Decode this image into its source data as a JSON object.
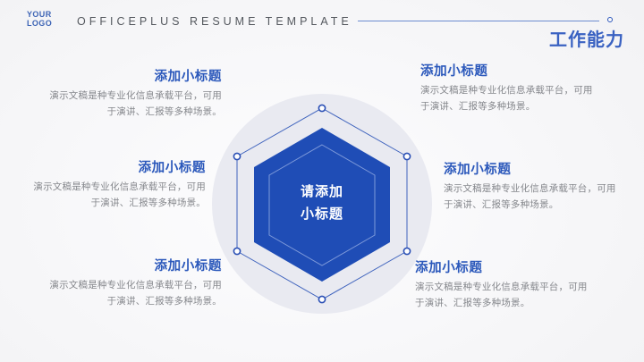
{
  "header": {
    "logo_line1": "YOUR",
    "logo_line2": "LOGO",
    "brand_title": "OFFICEPLUS  RESUME  TEMPLATE",
    "page_title": "工作能力",
    "accent_color": "#2b58bb",
    "rule_color": "#6d8cd0"
  },
  "center": {
    "label_line1": "请添加",
    "label_line2": "小标题",
    "hex_fill": "#1f4db6",
    "inner_outline": "#9fb4e4",
    "outer_outline": "#3f63bd",
    "circle_fill": "#e9eaf1"
  },
  "blocks": [
    {
      "id": "left-top",
      "title": "添加小标题",
      "body": "演示文稿是种专业化信息承载平台，可用于演讲、汇报等多种场景。"
    },
    {
      "id": "left-middle",
      "title": "添加小标题",
      "body": "演示文稿是种专业化信息承载平台，可用于演讲、汇报等多种场景。"
    },
    {
      "id": "left-bottom",
      "title": "添加小标题",
      "body": "演示文稿是种专业化信息承载平台，可用于演讲、汇报等多种场景。"
    },
    {
      "id": "right-top",
      "title": "添加小标题",
      "body": "演示文稿是种专业化信息承载平台，可用于演讲、汇报等多种场景。"
    },
    {
      "id": "right-middle",
      "title": "添加小标题",
      "body": "演示文稿是种专业化信息承载平台，可用于演讲、汇报等多种场景。"
    },
    {
      "id": "right-bottom",
      "title": "添加小标题",
      "body": "演示文稿是种专业化信息承载平台，可用于演讲、汇报等多种场景。"
    }
  ]
}
